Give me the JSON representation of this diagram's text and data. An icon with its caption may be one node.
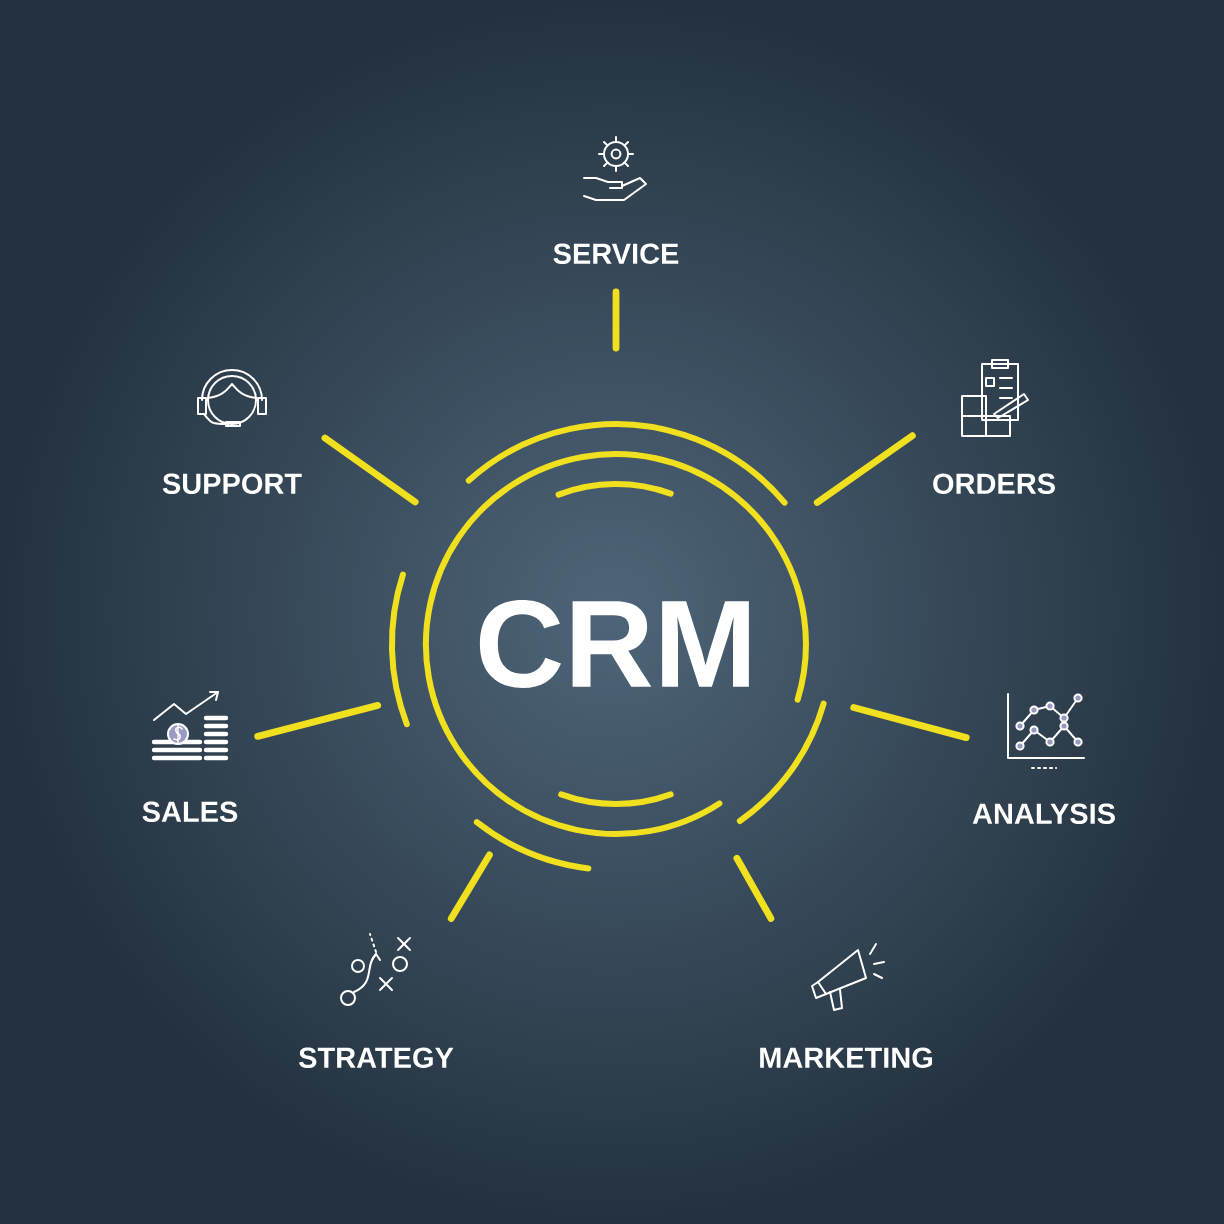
{
  "diagram": {
    "nodes": [
      {
        "text": [
          "CRM"
        ]
      },
      {
        "text": [
          "SERVICE"
        ]
      },
      {
        "text": [
          "ORDERS"
        ]
      },
      {
        "text": [
          "ANALYSIS"
        ]
      },
      {
        "text": [
          "MARKETING"
        ]
      },
      {
        "text": [
          "STRATEGY"
        ]
      },
      {
        "text": [
          "SALES"
        ]
      },
      {
        "text": [
          "SUPPORT"
        ]
      }
    ],
    "edges": [
      {
        "from": 0,
        "to": 1,
        "arrow": "none"
      },
      {
        "from": 0,
        "to": 2,
        "arrow": "none"
      },
      {
        "from": 0,
        "to": 3,
        "arrow": "none"
      },
      {
        "from": 0,
        "to": 4,
        "arrow": "none"
      },
      {
        "from": 0,
        "to": 5,
        "arrow": "none"
      },
      {
        "from": 0,
        "to": 6,
        "arrow": "none"
      },
      {
        "from": 0,
        "to": 7,
        "arrow": "none"
      }
    ]
  }
}
